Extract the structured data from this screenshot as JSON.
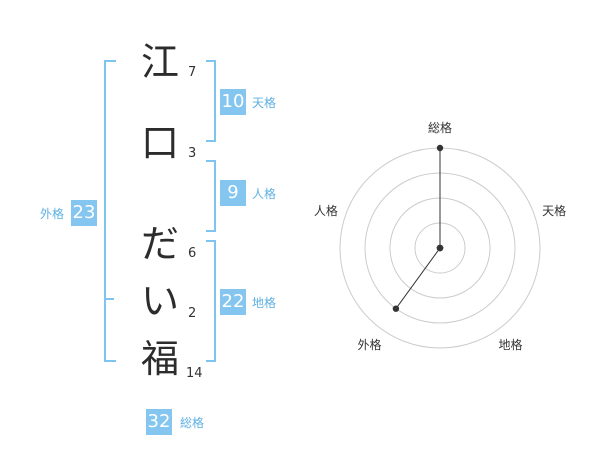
{
  "name": {
    "characters": [
      "江",
      "口",
      "だ",
      "い",
      "福"
    ],
    "strokes": [
      "7",
      "3",
      "6",
      "2",
      "14"
    ]
  },
  "kaku": {
    "tenkaku": {
      "label": "天格",
      "value": "10"
    },
    "jinkaku": {
      "label": "人格",
      "value": "9"
    },
    "chikaku": {
      "label": "地格",
      "value": "22"
    },
    "gaikaku": {
      "label": "外格",
      "value": "23"
    },
    "soukaku": {
      "label": "総格",
      "value": "32"
    }
  },
  "chart_data": {
    "type": "radar",
    "axes": [
      "総格",
      "天格",
      "地格",
      "外格",
      "人格"
    ],
    "values": [
      5,
      1,
      1,
      4,
      1
    ],
    "max": 5,
    "rings": 4,
    "colors": {
      "fill": "#eeeeee",
      "line": "#333333",
      "grid": "#cccccc",
      "point": "#333333",
      "center": "#cccccc"
    }
  }
}
